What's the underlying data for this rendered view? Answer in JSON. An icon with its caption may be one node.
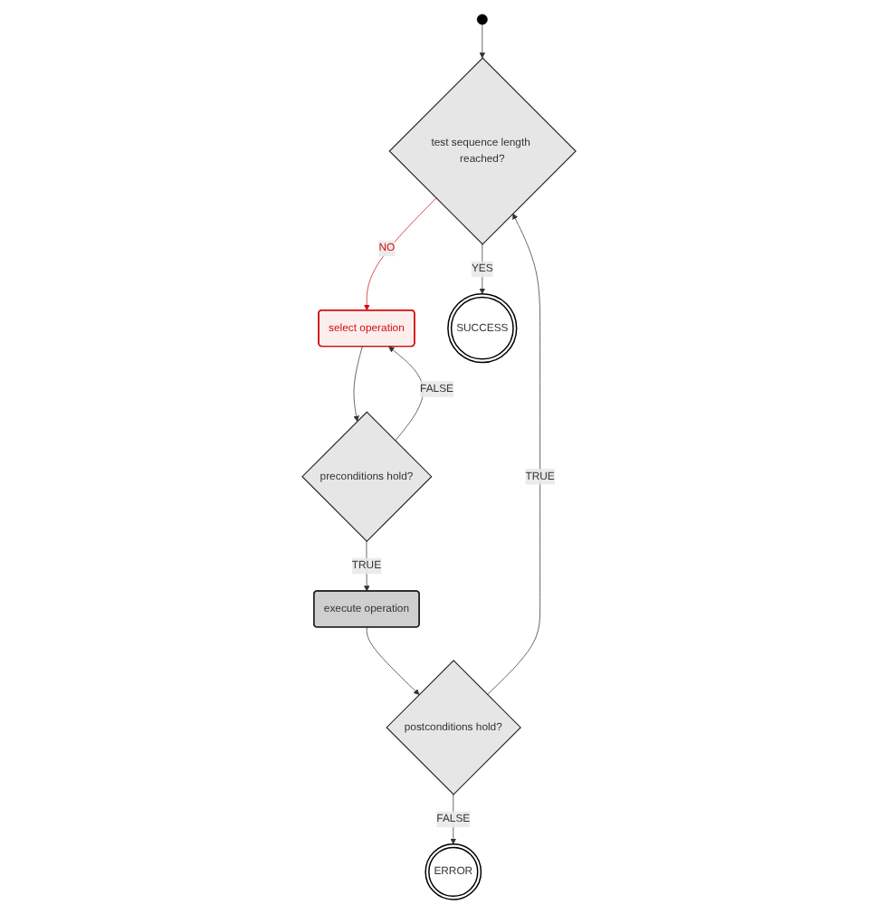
{
  "diagram": {
    "nodes": [
      {
        "text": [],
        "shape": "circle"
      },
      {
        "text": [
          "test sequence length reached?"
        ]
      },
      {
        "text": [
          "select operation"
        ]
      },
      {
        "text": [
          "preconditions hold?"
        ]
      },
      {
        "text": [
          "execute operation"
        ]
      },
      {
        "text": [
          "postconditions hold?"
        ]
      },
      {
        "text": [
          "SUCCESS"
        ]
      },
      {
        "text": [
          "ERROR"
        ]
      }
    ],
    "edges": [
      {
        "from": 0,
        "to": 1,
        "arrow": "to"
      },
      {
        "from": 1,
        "to": 6,
        "arrow": "to",
        "label": "YES"
      },
      {
        "from": 1,
        "to": 2,
        "arrow": "to",
        "label": "NO",
        "color": "#d01010"
      },
      {
        "from": 2,
        "to": 3,
        "arrow": "to"
      },
      {
        "from": 3,
        "to": 2,
        "arrow": "to",
        "label": "FALSE"
      },
      {
        "from": 3,
        "to": 4,
        "arrow": "to",
        "label": "TRUE"
      },
      {
        "from": 4,
        "to": 5,
        "arrow": "to"
      },
      {
        "from": 5,
        "to": 1,
        "arrow": "to",
        "label": "TRUE"
      },
      {
        "from": 5,
        "to": 7,
        "arrow": "to",
        "label": "FALSE"
      }
    ]
  }
}
